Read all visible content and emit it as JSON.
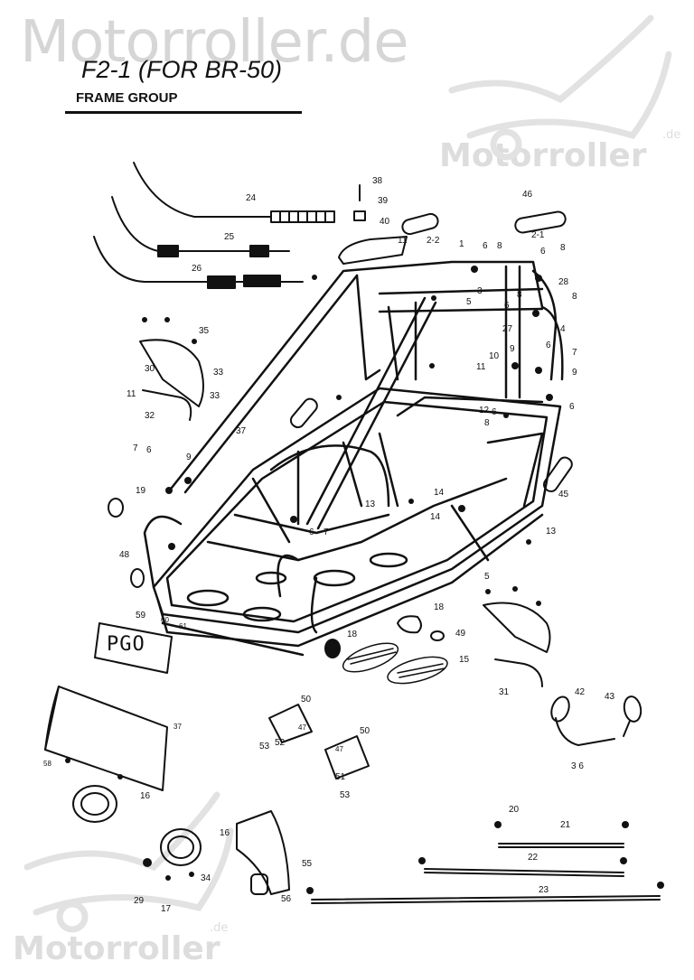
{
  "title": "F2-1 (FOR BR-50)",
  "subtitle": "FRAME GROUP",
  "watermark": {
    "main": "Motorroller.de",
    "secondary": "Motorroller",
    "suffix": ".de",
    "color": "#d6d6d6"
  },
  "plate_text": "PGO",
  "colors": {
    "line": "#111111",
    "background": "#ffffff"
  },
  "callouts": [
    {
      "id": "c24",
      "text": "24"
    },
    {
      "id": "c25",
      "text": "25"
    },
    {
      "id": "c26",
      "text": "26"
    },
    {
      "id": "c38",
      "text": "38"
    },
    {
      "id": "c39",
      "text": "39"
    },
    {
      "id": "c40",
      "text": "40"
    },
    {
      "id": "c11a",
      "text": "11"
    },
    {
      "id": "c46",
      "text": "46"
    },
    {
      "id": "c2_2",
      "text": "2-2"
    },
    {
      "id": "c1",
      "text": "1"
    },
    {
      "id": "c6a",
      "text": "6"
    },
    {
      "id": "c8a",
      "text": "8"
    },
    {
      "id": "c2_1",
      "text": "2-1"
    },
    {
      "id": "c6b",
      "text": "6"
    },
    {
      "id": "c8b",
      "text": "8"
    },
    {
      "id": "c28",
      "text": "28"
    },
    {
      "id": "c3",
      "text": "3"
    },
    {
      "id": "c5",
      "text": "5"
    },
    {
      "id": "c8c",
      "text": "8"
    },
    {
      "id": "c6c",
      "text": "6"
    },
    {
      "id": "c8d",
      "text": "8"
    },
    {
      "id": "c27",
      "text": "27"
    },
    {
      "id": "c4",
      "text": "4"
    },
    {
      "id": "c35",
      "text": "35"
    },
    {
      "id": "c30",
      "text": "30"
    },
    {
      "id": "c33a",
      "text": "33"
    },
    {
      "id": "c11b",
      "text": "11"
    },
    {
      "id": "c33b",
      "text": "33"
    },
    {
      "id": "c32",
      "text": "32"
    },
    {
      "id": "c10",
      "text": "10"
    },
    {
      "id": "c9a",
      "text": "9"
    },
    {
      "id": "c6d",
      "text": "6"
    },
    {
      "id": "c7a",
      "text": "7"
    },
    {
      "id": "c11c",
      "text": "11"
    },
    {
      "id": "c9b",
      "text": "9"
    },
    {
      "id": "c12",
      "text": "12"
    },
    {
      "id": "c6e",
      "text": "6"
    },
    {
      "id": "c8e",
      "text": "8"
    },
    {
      "id": "c6f",
      "text": "6"
    },
    {
      "id": "c37a",
      "text": "37"
    },
    {
      "id": "c7b",
      "text": "7"
    },
    {
      "id": "c6g",
      "text": "6"
    },
    {
      "id": "c9c",
      "text": "9"
    },
    {
      "id": "c19",
      "text": "19"
    },
    {
      "id": "c13a",
      "text": "13"
    },
    {
      "id": "c14a",
      "text": "14"
    },
    {
      "id": "c14b",
      "text": "14"
    },
    {
      "id": "c45",
      "text": "45"
    },
    {
      "id": "c6h",
      "text": "6"
    },
    {
      "id": "c7c",
      "text": "7"
    },
    {
      "id": "c13b",
      "text": "13"
    },
    {
      "id": "c48",
      "text": "48"
    },
    {
      "id": "c5b",
      "text": "5"
    },
    {
      "id": "c59",
      "text": "59"
    },
    {
      "id": "c60",
      "text": "60"
    },
    {
      "id": "c61",
      "text": "61"
    },
    {
      "id": "c18a",
      "text": "18"
    },
    {
      "id": "c49",
      "text": "49"
    },
    {
      "id": "c18b",
      "text": "18"
    },
    {
      "id": "c15",
      "text": "15"
    },
    {
      "id": "c31",
      "text": "31"
    },
    {
      "id": "c42",
      "text": "42"
    },
    {
      "id": "c43",
      "text": "43"
    },
    {
      "id": "c36",
      "text": "3 6"
    },
    {
      "id": "c37b",
      "text": "37"
    },
    {
      "id": "c58",
      "text": "58"
    },
    {
      "id": "c50a",
      "text": "50"
    },
    {
      "id": "c47a",
      "text": "47"
    },
    {
      "id": "c53a",
      "text": "53"
    },
    {
      "id": "c52",
      "text": "52"
    },
    {
      "id": "c50b",
      "text": "50"
    },
    {
      "id": "c47b",
      "text": "47"
    },
    {
      "id": "c51",
      "text": "51"
    },
    {
      "id": "c53b",
      "text": "53"
    },
    {
      "id": "c16a",
      "text": "16"
    },
    {
      "id": "c16b",
      "text": "16"
    },
    {
      "id": "c55",
      "text": "55"
    },
    {
      "id": "c20",
      "text": "20"
    },
    {
      "id": "c21",
      "text": "21"
    },
    {
      "id": "c22",
      "text": "22"
    },
    {
      "id": "c23",
      "text": "23"
    },
    {
      "id": "c29",
      "text": "29"
    },
    {
      "id": "c17",
      "text": "17"
    },
    {
      "id": "c34",
      "text": "34"
    },
    {
      "id": "c56",
      "text": "56"
    }
  ]
}
